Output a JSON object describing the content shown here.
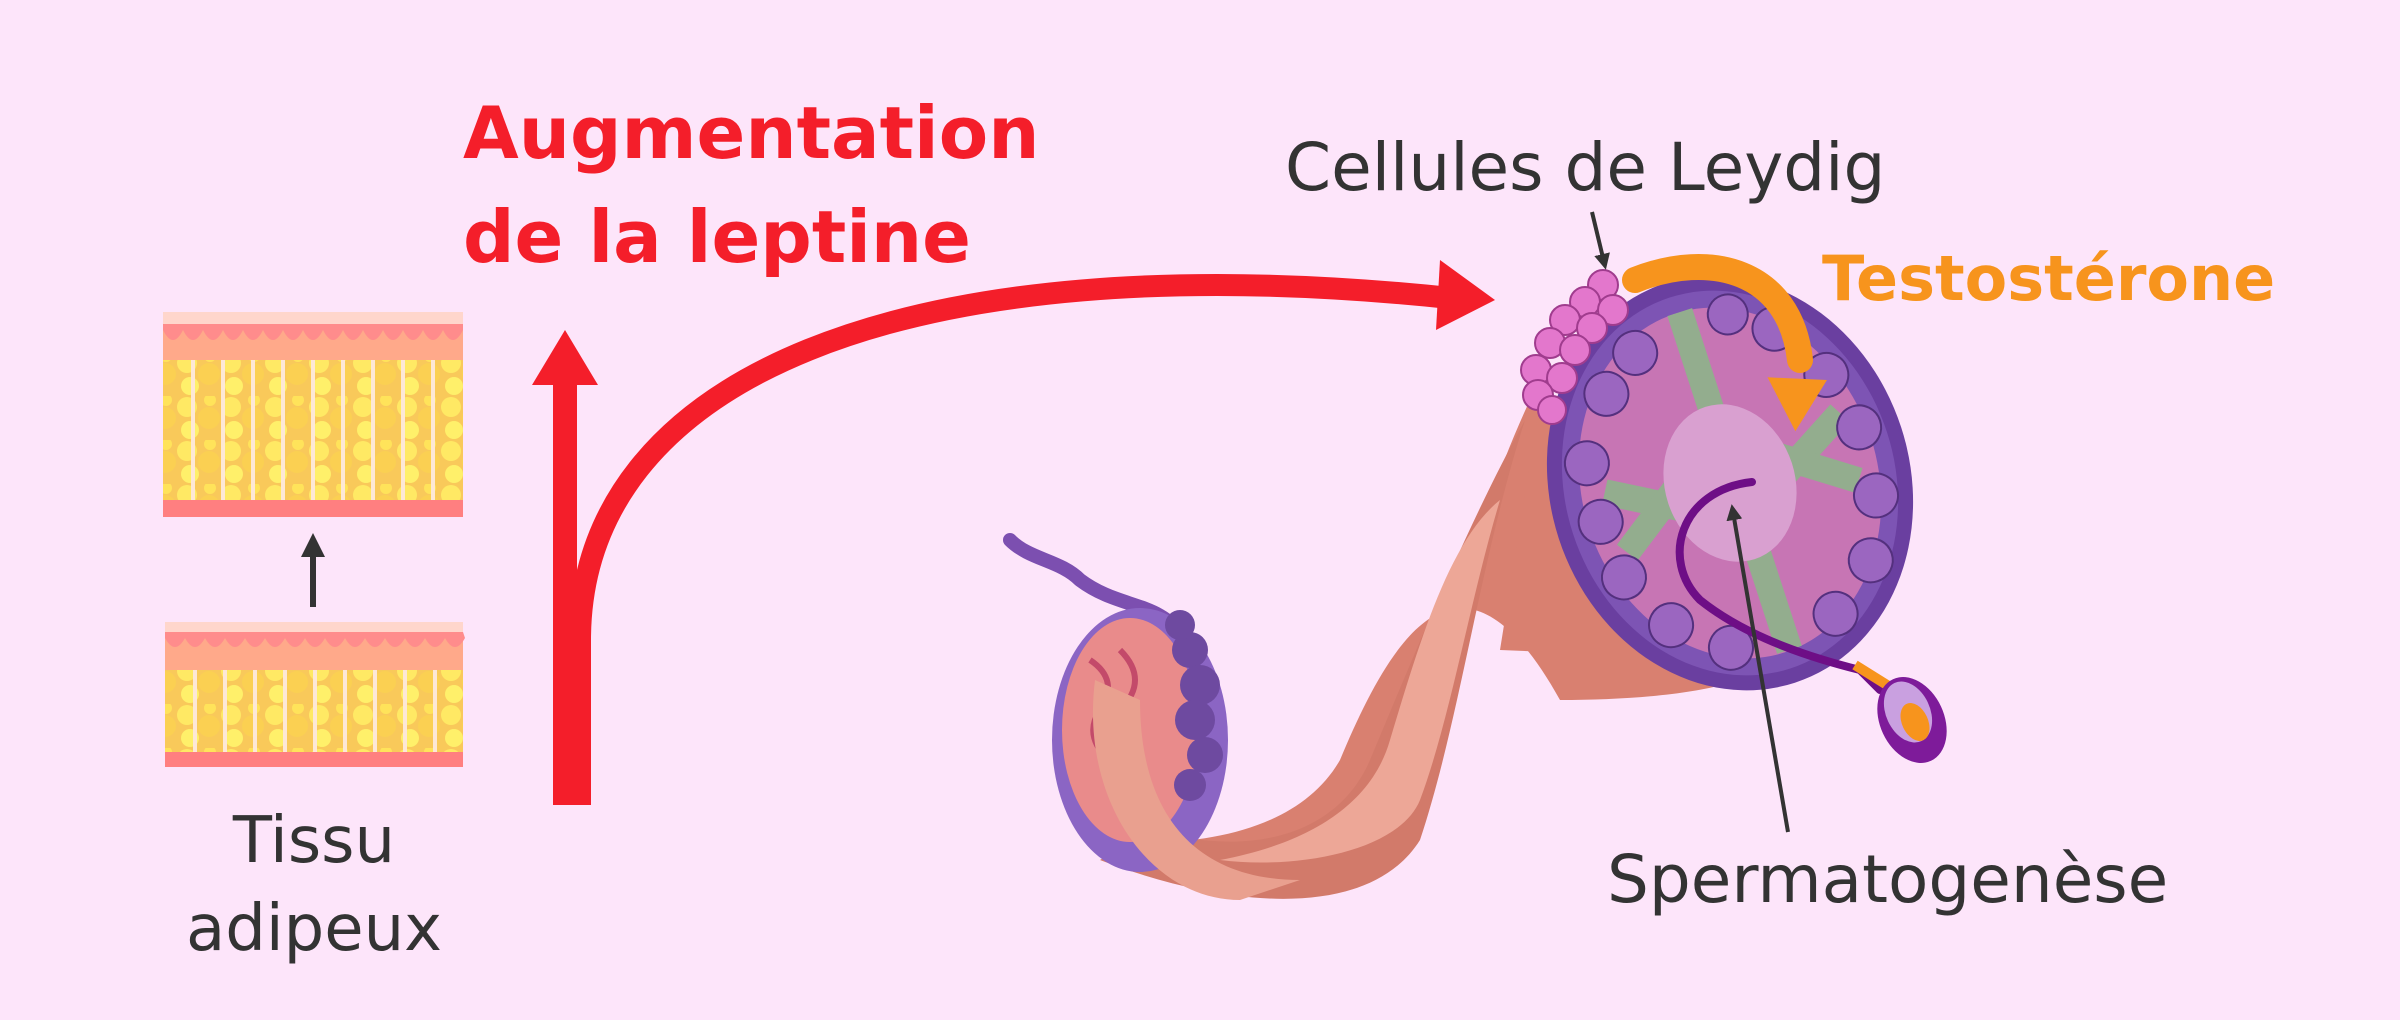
{
  "title": {
    "line1": "Augmentation",
    "line2": "de la leptine"
  },
  "labels": {
    "leydig": "Cellules de Leydig",
    "testosterone": "Testostérone",
    "spermatogenesis": "Spermatogenèse",
    "tissue_line1": "Tissu",
    "tissue_line2": "adipeux"
  },
  "colors": {
    "background": "#fde5fa",
    "leptin_red": "#f41e2a",
    "testosterone_orange": "#f7941d",
    "text": "#333333"
  }
}
